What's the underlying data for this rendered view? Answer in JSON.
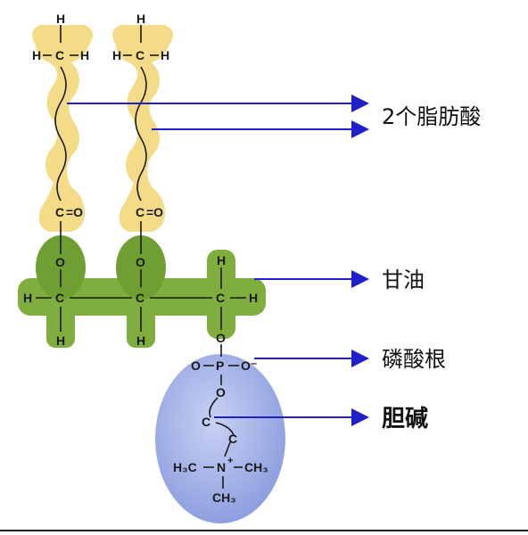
{
  "labels": {
    "fatty_acids": "2个脂肪酸",
    "glycerol": "甘油",
    "phosphate": "磷酸根",
    "choline": "胆碱"
  },
  "atoms": {
    "H": "H",
    "C": "C",
    "O": "O",
    "P": "P",
    "N": "N",
    "O_minus": "O⁻",
    "N_plus": "+",
    "H3C": "H₃C",
    "CH3": "CH₃",
    "double_bond_O": "=O"
  },
  "colors": {
    "fatty_acid_region": "#f3d77a",
    "glycerol_region": "#7fae3f",
    "choline_region": "#a9b6e8",
    "arrow": "#1f1fcc"
  }
}
